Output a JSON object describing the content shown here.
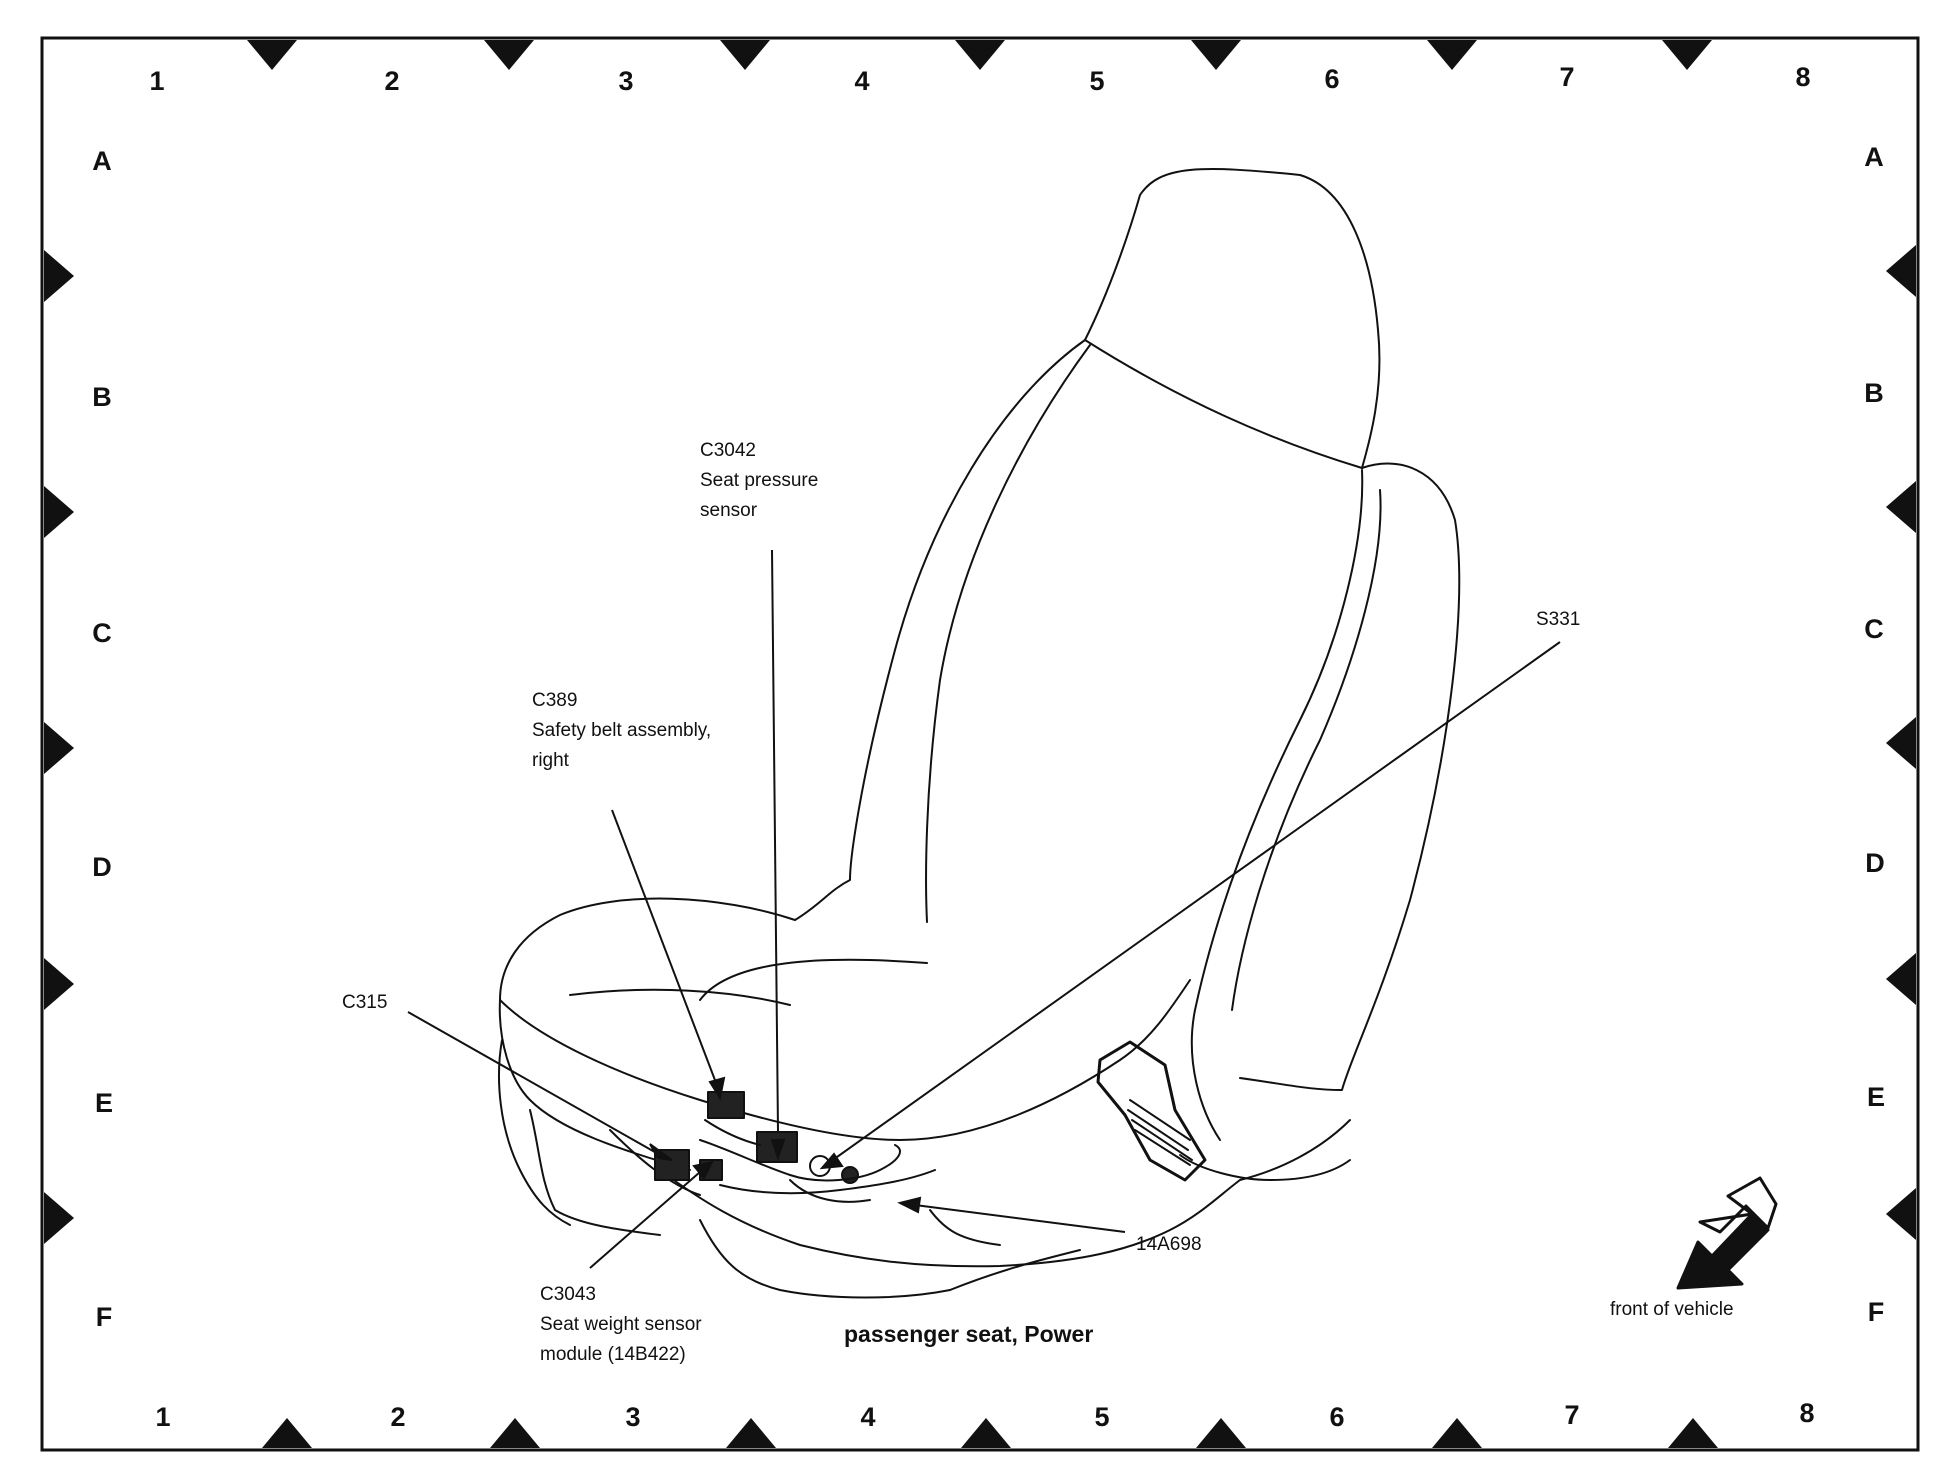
{
  "grid": {
    "columns": [
      "1",
      "2",
      "3",
      "4",
      "5",
      "6",
      "7",
      "8"
    ],
    "rows": [
      "A",
      "B",
      "C",
      "D",
      "E",
      "F"
    ]
  },
  "callouts": {
    "c3042": {
      "id": "C3042",
      "lines": [
        "Seat pressure",
        "sensor"
      ]
    },
    "c389": {
      "id": "C389",
      "lines": [
        "Safety belt assembly,",
        "right"
      ]
    },
    "s331": {
      "id": "S331"
    },
    "c315": {
      "id": "C315"
    },
    "c3043": {
      "id": "C3043",
      "lines": [
        "Seat weight sensor",
        "module (14B422)"
      ]
    },
    "harness": {
      "id": "14A698"
    }
  },
  "caption": "passenger seat, Power",
  "front_label": "front of vehicle"
}
